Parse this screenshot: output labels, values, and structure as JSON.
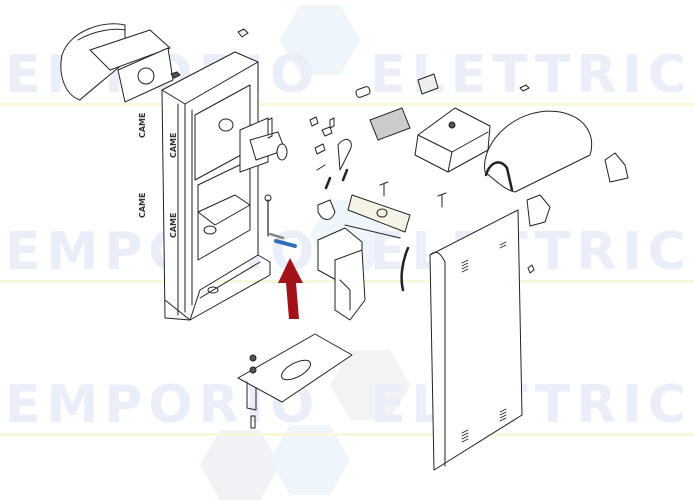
{
  "diagram": {
    "type": "exploded-parts-view",
    "subject": "barrier gate column assembly",
    "watermarks": [
      {
        "text": "EMPORIO",
        "row": 1
      },
      {
        "text": "ELETTRICO",
        "row": 1
      },
      {
        "text": "EMPORIO",
        "row": 2
      },
      {
        "text": "ELETTRICO",
        "row": 2
      },
      {
        "text": "EMPORIO",
        "row": 3
      },
      {
        "text": "ELETTRICO",
        "row": 3
      }
    ],
    "cabinet_brand_labels": [
      "CAME",
      "CAME",
      "CAME",
      "CAME"
    ],
    "highlighted_part": {
      "name": "pin",
      "color": "#2f6fb7"
    },
    "arrow": {
      "color": "#a31219",
      "direction": "up"
    },
    "colors": {
      "line": "#222222",
      "watermark": "#e9eef8",
      "watermark_accent": "#fbf7dc",
      "background": "#ffffff"
    }
  }
}
